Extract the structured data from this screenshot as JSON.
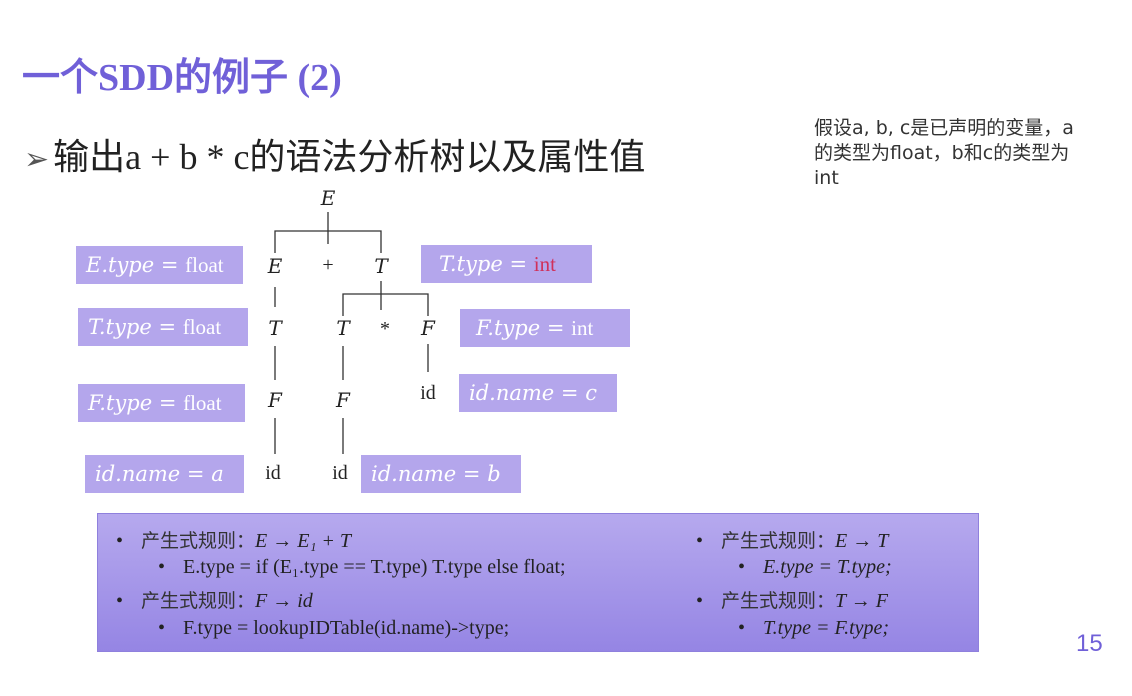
{
  "slide": {
    "title": "一个SDD的例子 (2)",
    "subtitle": {
      "bullet_icon": "➢",
      "text_prefix": "输出",
      "expression": "a + b * c",
      "text_suffix": "的语法分析树以及属性值"
    },
    "note": "假设a, b, c是已声明的变量，a的类型为float，b和c的类型为int",
    "page_number": "15"
  },
  "parse_tree": {
    "nodes": {
      "root": "E",
      "e1": "E",
      "plus": "+",
      "t_top": "T",
      "t_left": "T",
      "t_mid": "T",
      "star": "*",
      "f_right": "F",
      "f_left": "F",
      "f_mid": "F",
      "id_right": "id",
      "id_left": "id",
      "id_mid": "id"
    },
    "attributes": [
      {
        "name": "E.type",
        "eq": " = ",
        "value": "float",
        "highlight": false
      },
      {
        "name": "T.type",
        "eq": " = ",
        "value": "int",
        "highlight": true
      },
      {
        "name": "T.type",
        "eq": " = ",
        "value": "float",
        "highlight": false
      },
      {
        "name": "F.type",
        "eq": " = ",
        "value": "int",
        "highlight": false
      },
      {
        "name": "F.type",
        "eq": " = ",
        "value": "float",
        "highlight": false
      },
      {
        "name": "id.name",
        "eq": " = ",
        "value": "c",
        "highlight": false
      },
      {
        "name": "id.name",
        "eq": " = ",
        "value": "a",
        "highlight": false
      },
      {
        "name": "id.name",
        "eq": " = ",
        "value": "b",
        "highlight": false
      }
    ]
  },
  "rules": {
    "bullet": "•",
    "left": [
      {
        "label": "产生式规则：",
        "production": "E → E₁ + T"
      },
      {
        "semantic": "E.type = if (E₁.type == T.type) T.type else float;"
      },
      {
        "label": "产生式规则：",
        "production": "F → id"
      },
      {
        "semantic": "F.type = lookupIDTable(id.name)->type;"
      }
    ],
    "right": [
      {
        "label": "产生式规则：",
        "production": "E → T"
      },
      {
        "semantic": "E.type = T.type;"
      },
      {
        "label": "产生式规则：",
        "production": "T → F"
      },
      {
        "semantic": "T.type = F.type;"
      }
    ]
  },
  "colors": {
    "accent": "#7060d8",
    "attr_box": "#b4a6ec",
    "highlight": "#d0305a",
    "rules_top": "#b6a9ee",
    "rules_bottom": "#9585e4"
  }
}
